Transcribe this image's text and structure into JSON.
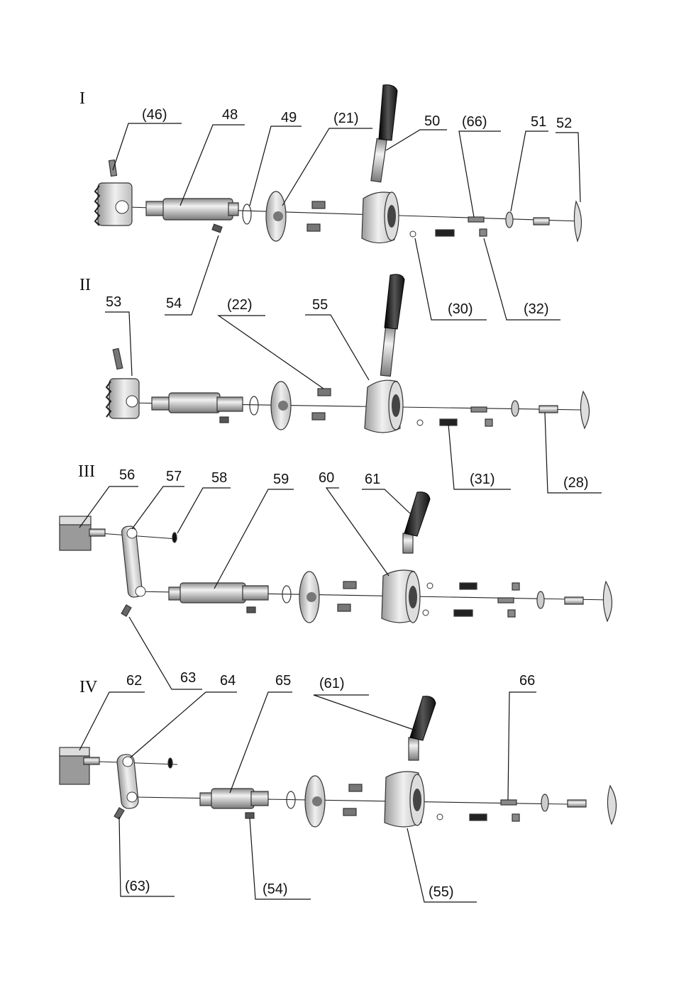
{
  "sections": [
    {
      "numeral": "I",
      "labels": [
        "(46)",
        "48",
        "49",
        "(21)",
        "50",
        "(66)",
        "51",
        "52",
        "54",
        "(30)",
        "(32)"
      ]
    },
    {
      "numeral": "II",
      "labels": [
        "53",
        "(22)",
        "55",
        "(31)",
        "(28)"
      ]
    },
    {
      "numeral": "III",
      "labels": [
        "56",
        "57",
        "58",
        "59",
        "60",
        "61",
        "63"
      ]
    },
    {
      "numeral": "IV",
      "labels": [
        "62",
        "64",
        "65",
        "(61)",
        "66",
        "(63)",
        "(54)",
        "(55)"
      ]
    }
  ],
  "colors": {
    "ink": "#111111",
    "metal_light": "#e6e6e6",
    "metal_mid": "#b5b5b5",
    "metal_dark": "#6e6e6e",
    "grip": "#1a1a1a"
  }
}
